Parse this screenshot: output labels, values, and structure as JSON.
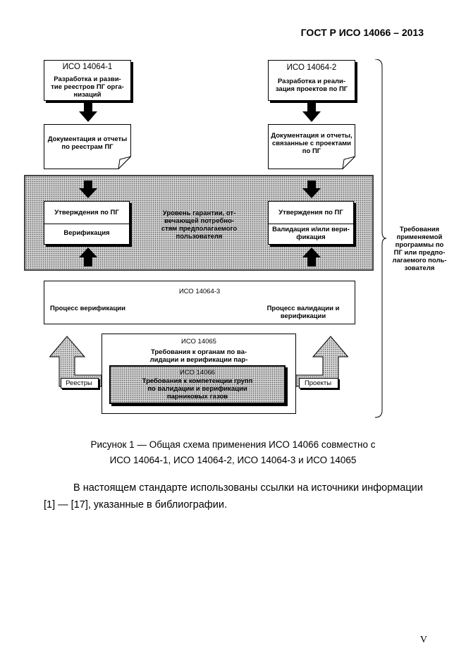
{
  "header": {
    "standard": "ГОСТ Р ИСО 14066 – 2013"
  },
  "diagram": {
    "iso1": {
      "title": "ИСО 14064-1",
      "desc": "Разработка и разви-\nтие реестров ПГ орга-\nнизаций"
    },
    "iso2": {
      "title": "ИСО 14064-2",
      "desc": "Разработка и реали-\nзация проектов по ПГ"
    },
    "doc1": "Документация и отчеты\nпо реестрам ПГ",
    "doc2": "Документация и отчеты,\nсвязанные с проектами\nпо ПГ",
    "left_panel": {
      "top": "Утверждения по ПГ",
      "bottom": "Верификация"
    },
    "right_panel": {
      "top": "Утверждения по ПГ",
      "bottom": "Валидация и/или вери-\nфикация"
    },
    "center_text": "Уровень гарантии, от-\nвечающей потребно-\nстям предполагаемого\nпользователя",
    "iso3": {
      "title": "ИСО 14064-3",
      "left": "Процесс верификации",
      "right": "Процесс валидации и\nверификации"
    },
    "iso14065": {
      "title": "ИСО 14065",
      "desc": "Требования к органам по ва-\nлидации и верификации пар-"
    },
    "iso14066": {
      "title": "ИСО 14066",
      "desc": "Требования к компетенции групп\nпо валидации и верификации\nпарниковых  газов"
    },
    "registries": "Реестры",
    "projects": "Проекты",
    "side_note": "Требования\nприменяемой\nпрограммы по\nПГ или предпо-\nлагаемого поль-\nзователя"
  },
  "caption": {
    "line1": "Рисунок 1 — Общая схема применения ИСО 14066 совместно с",
    "line2": "ИСО 14064-1, ИСО 14064-2, ИСО 14064-3 и ИСО 14065"
  },
  "paragraph": {
    "line1": "В настоящем стандарте использованы ссылки на источники информации",
    "line2": "[1] — [17], указанные в библиографии."
  },
  "page_number": "V"
}
